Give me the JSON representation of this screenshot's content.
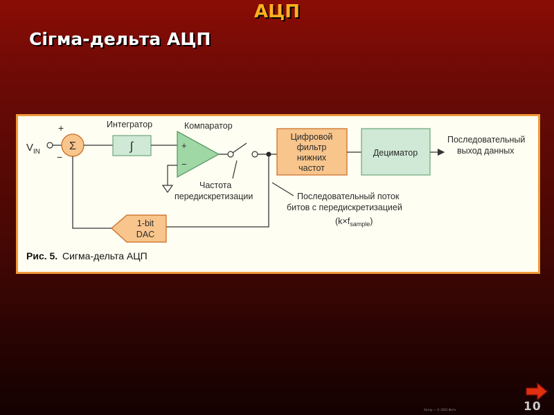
{
  "slide": {
    "title": "АЦП",
    "subtitle": "Сігма-дельта АЦП",
    "page_number": "10",
    "footer": "Автор — © 2003 Фото"
  },
  "diagram": {
    "input": {
      "main": "V",
      "sub": "IN"
    },
    "plus_sign": "+",
    "minus_sign": "−",
    "summer_symbol": "Σ",
    "integrator": {
      "label": "Интегратор",
      "symbol": "∫"
    },
    "comparator": {
      "label": "Компаратор",
      "plus": "+",
      "minus": "−"
    },
    "sampling_frequency": {
      "line1": "Частота",
      "line2": "передискретизации"
    },
    "digital_filter": {
      "line1": "Цифровой",
      "line2": "фильтр",
      "line3": "нижних",
      "line4": "частот"
    },
    "decimator": {
      "label": "Дециматор"
    },
    "output": {
      "line1": "Последовательный",
      "line2": "выход данных"
    },
    "bitstream": {
      "line1": "Последовательный поток",
      "line2": "битов с передискретизацией",
      "line3_main": "(k×f",
      "line3_sub": "sample",
      "line3_end": ")"
    },
    "dac": {
      "line1": "1-bit",
      "line2": "DAC"
    },
    "caption": {
      "prefix": "Рис. 5.",
      "text": "Сигма-дельта АЦП"
    },
    "colors": {
      "block_fill": "#f8c58c",
      "decimator_fill": "#cfe9d6",
      "comparator_fill": "#9fd7a5",
      "frame": "#f29a3a"
    }
  }
}
